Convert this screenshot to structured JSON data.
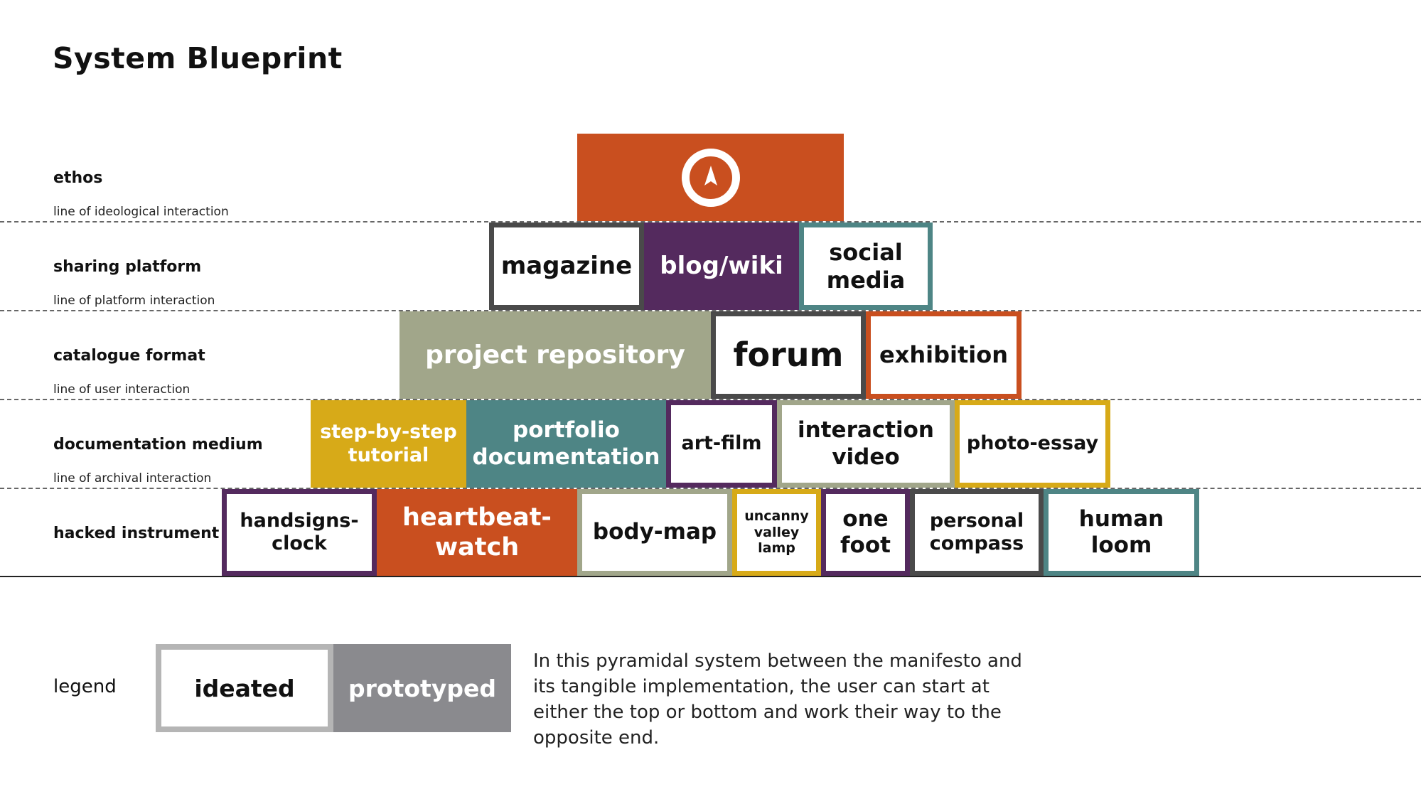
{
  "title": "System Blueprint",
  "rows": [
    {
      "label": "ethos",
      "line": "line of ideological interaction"
    },
    {
      "label": "sharing platform",
      "line": "line of platform interaction"
    },
    {
      "label": "catalogue format",
      "line": "line of user interaction"
    },
    {
      "label": "documentation medium",
      "line": "line of archival interaction"
    },
    {
      "label": "hacked instrument",
      "line": ""
    }
  ],
  "colors": {
    "orange": "#c94f1f",
    "purple": "#542a5e",
    "teal": "#4e8585",
    "sage": "#a1a68a",
    "gold": "#d7aa18",
    "charcoal": "#4a4a4a",
    "prototyped_gray": "#8a8a8e",
    "ideated_border": "#b5b5b5"
  },
  "blocks": {
    "ethos_icon": "compass-icon",
    "magazine": "magazine",
    "blog_wiki": "blog/wiki",
    "social_media": [
      "social",
      "media"
    ],
    "project_repository": "project repository",
    "forum": "forum",
    "exhibition": "exhibition",
    "step_tutorial": [
      "step-by-step",
      "tutorial"
    ],
    "portfolio": [
      "portfolio",
      "documentation"
    ],
    "art_film": "art-film",
    "interaction_video": [
      "interaction",
      "video"
    ],
    "photo_essay": "photo-essay",
    "handsigns_clock": [
      "handsigns-",
      "clock"
    ],
    "heartbeat_watch": [
      "heartbeat-",
      "watch"
    ],
    "body_map": "body-map",
    "uncanny_lamp": [
      "uncanny",
      "valley",
      "lamp"
    ],
    "one_foot": [
      "one",
      "foot"
    ],
    "personal_compass": [
      "personal",
      "compass"
    ],
    "human_loom": [
      "human",
      "loom"
    ]
  },
  "legend": {
    "label": "legend",
    "ideated": "ideated",
    "prototyped": "prototyped",
    "description": "In this pyramidal system between the manifesto and its tangible implementation, the user can start at either the top or bottom and work their way to the opposite end."
  }
}
